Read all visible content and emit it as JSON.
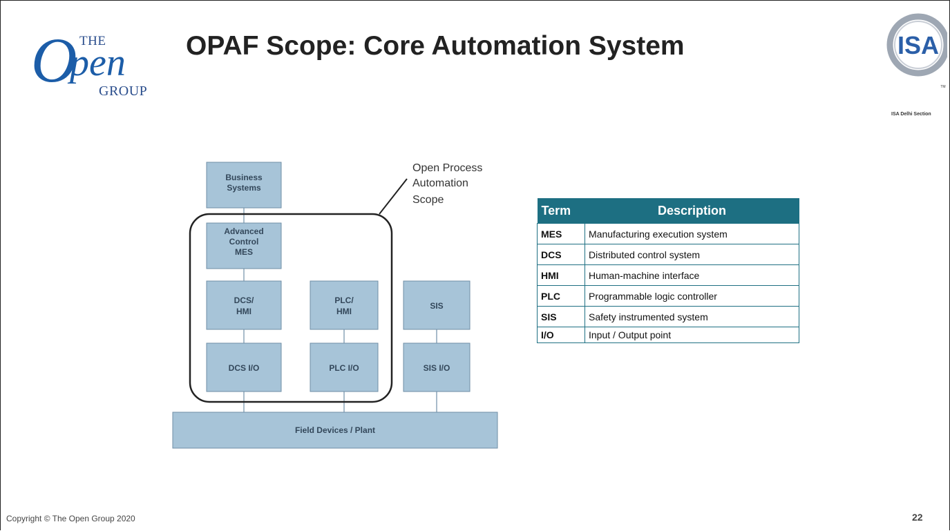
{
  "logo": {
    "the": "THE",
    "o": "O",
    "pen": "pen",
    "group": "GROUP"
  },
  "title": "OPAF Scope: Core Automation System",
  "isa_logo": {
    "text": "ISA",
    "tm": "TM",
    "caption": "ISA Delhi Section"
  },
  "diagram": {
    "scope_label": [
      "Open Process",
      "Automation",
      "Scope"
    ],
    "business_systems": [
      "Business",
      "Systems"
    ],
    "advanced_control": [
      "Advanced",
      "Control",
      "MES"
    ],
    "dcs_hmi": [
      "DCS/",
      "HMI"
    ],
    "plc_hmi": [
      "PLC/",
      "HMI"
    ],
    "sis": "SIS",
    "dcs_io": "DCS I/O",
    "plc_io": "PLC I/O",
    "sis_io": "SIS I/O",
    "field_devices": "Field Devices / Plant"
  },
  "table": {
    "headers": {
      "term": "Term",
      "description": "Description"
    },
    "rows": [
      {
        "term": "MES",
        "description": "Manufacturing execution system"
      },
      {
        "term": "DCS",
        "description": "Distributed control system"
      },
      {
        "term": "HMI",
        "description": "Human-machine interface"
      },
      {
        "term": "PLC",
        "description": "Programmable logic controller"
      },
      {
        "term": "SIS",
        "description": "Safety instrumented system"
      },
      {
        "term": "I/O",
        "description": "Input / Output point"
      }
    ]
  },
  "footer": {
    "copyright": "Copyright © The Open Group 2020",
    "page": "22"
  },
  "colors": {
    "box_fill": "#a7c4d8",
    "box_stroke": "#6f8ea6",
    "table_header": "#1d6f82",
    "open_group_blue": "#1c5da8",
    "isa_blue": "#2b5fa8"
  }
}
